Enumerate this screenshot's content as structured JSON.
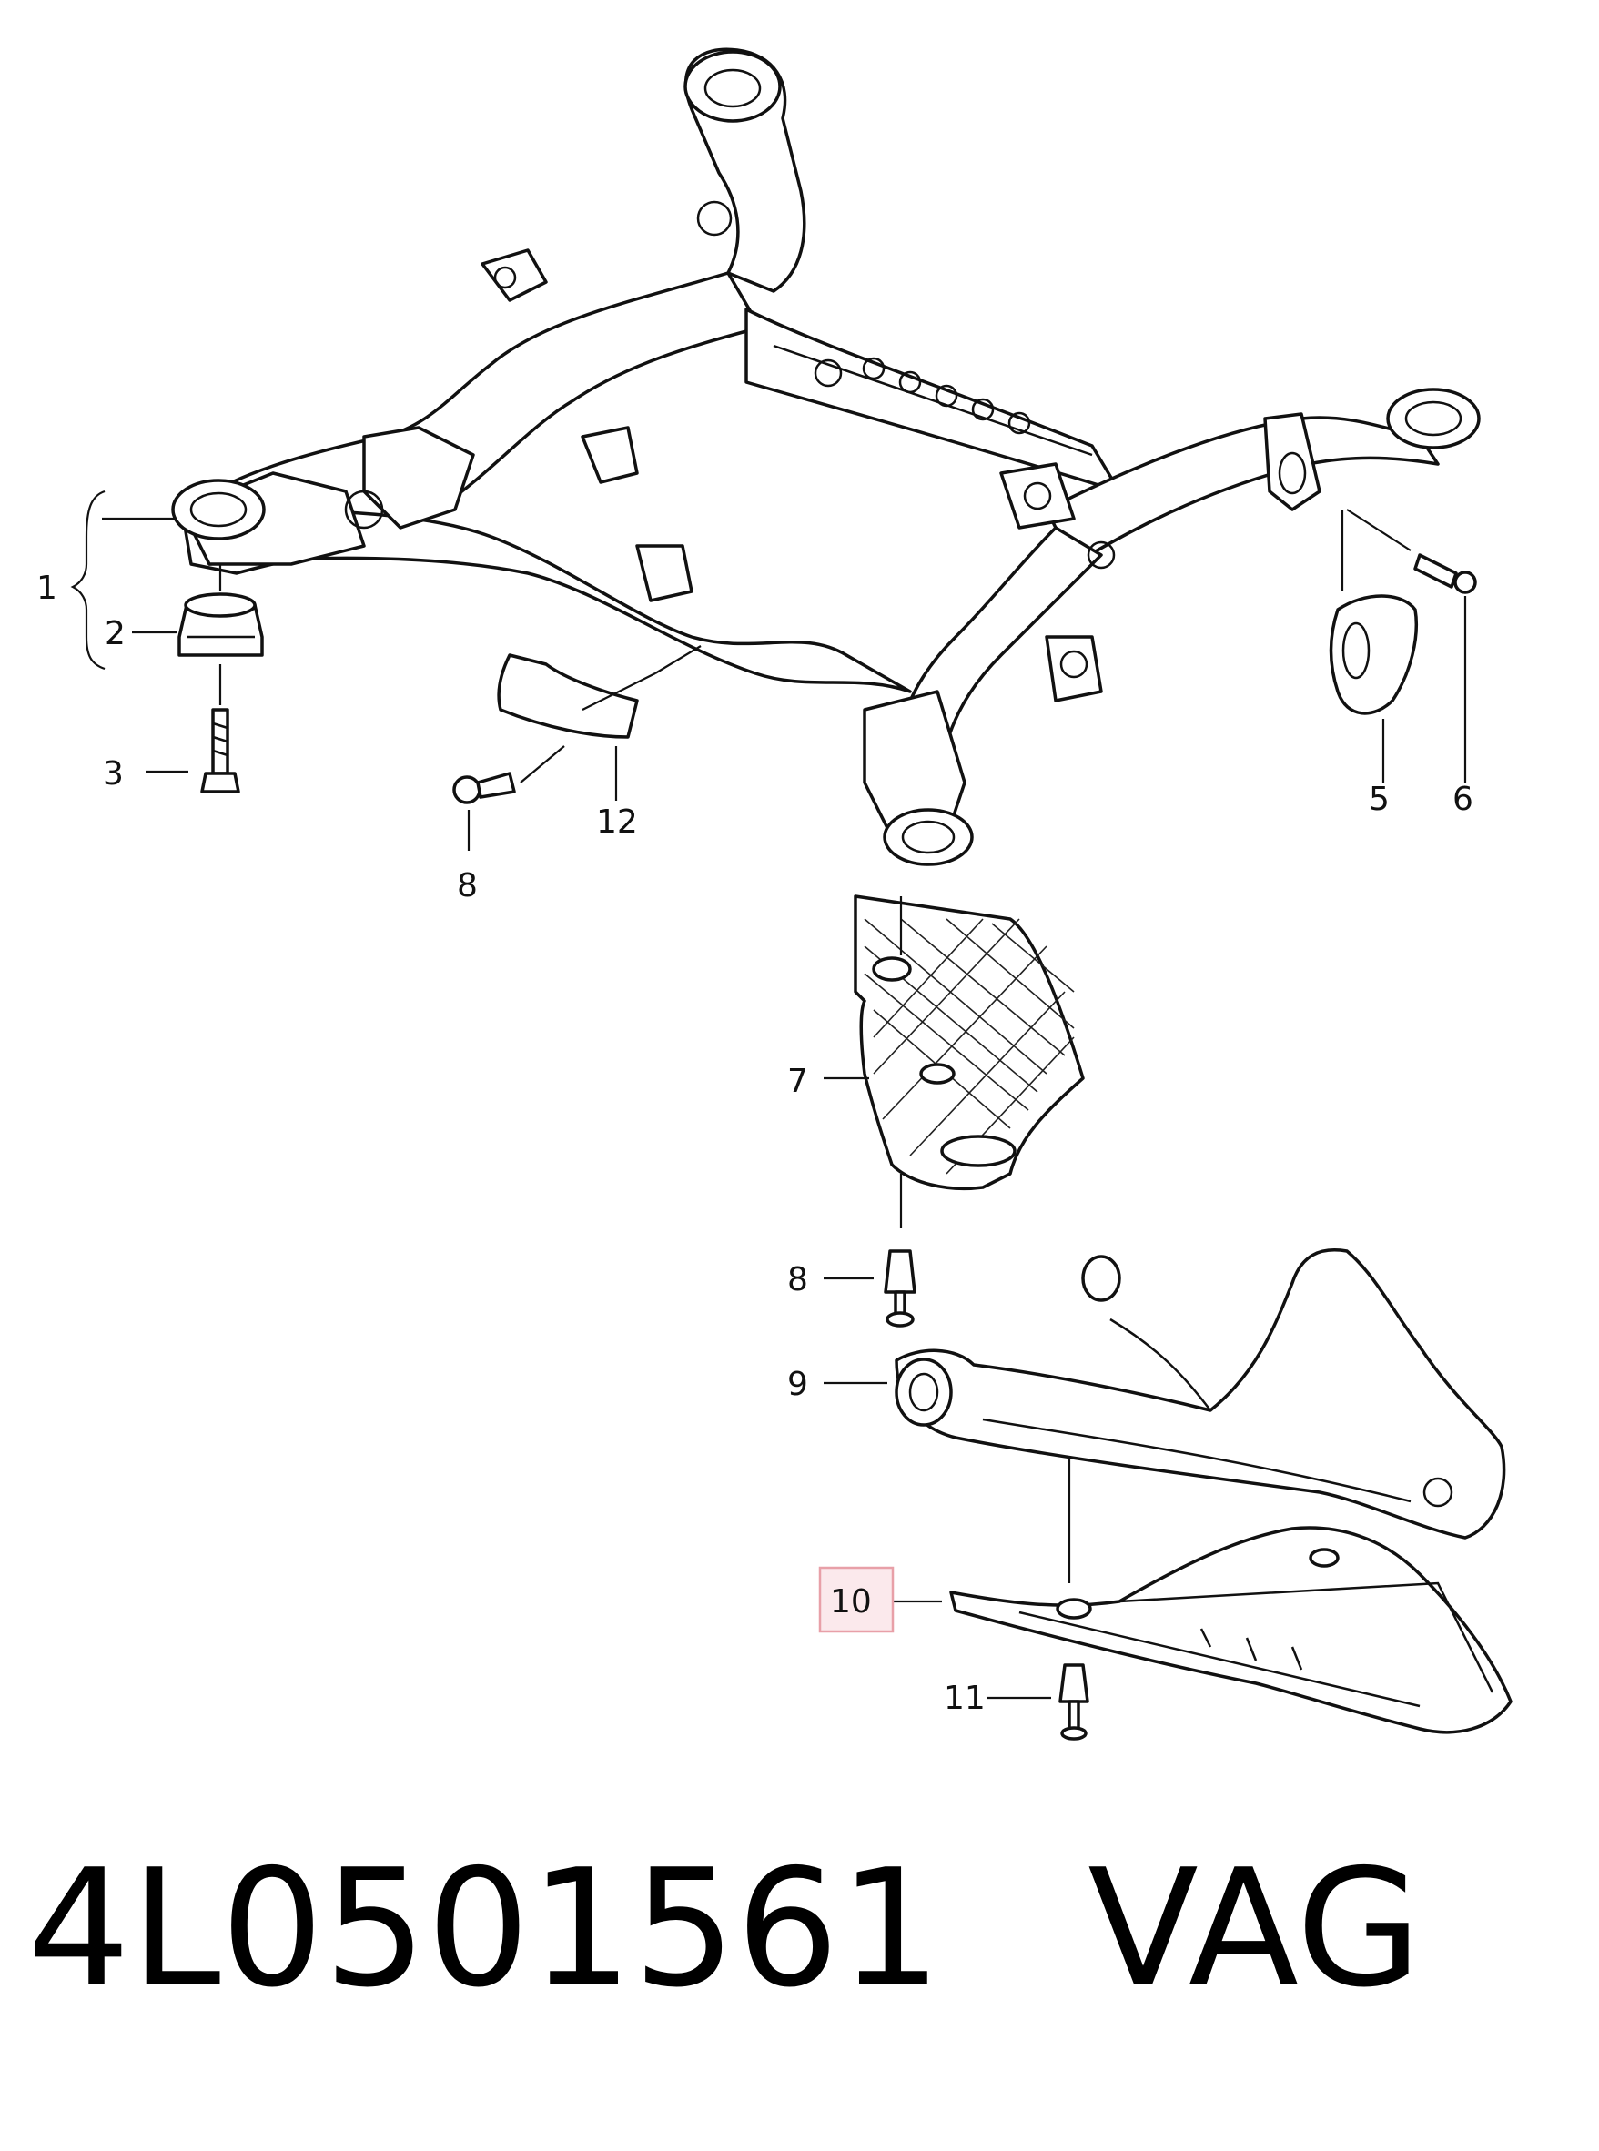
{
  "diagram": {
    "callouts": [
      "1",
      "2",
      "3",
      "5",
      "6",
      "7",
      "8",
      "8",
      "9",
      "10",
      "11",
      "12"
    ],
    "highlighted_callout": "10",
    "highlight_color": "#e8a0a8",
    "highlight_fill": "#fbe9ec"
  },
  "footer": {
    "part_number": "4L0501561",
    "brand": "VAG"
  }
}
